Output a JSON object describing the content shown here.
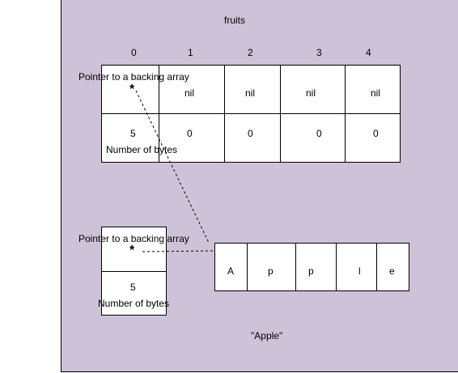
{
  "fruits_label": "fruits",
  "indices": [
    "0",
    "1",
    "2",
    "3",
    "4"
  ],
  "slice": {
    "pointer_label": "Pointer to a backing array",
    "pointer_symbol": "*",
    "top_values": [
      "nil",
      "nil",
      "nil",
      "nil"
    ],
    "length_value": "5",
    "length_label": "Number of bytes",
    "bottom_values": [
      "0",
      "0",
      "0",
      "0"
    ]
  },
  "string_header": {
    "pointer_label": "Pointer to a backing array",
    "pointer_symbol": "*",
    "length_value": "5",
    "length_label": "Number of bytes"
  },
  "backing_array": [
    "A",
    "p",
    "p",
    "l",
    "e"
  ],
  "backing_array_label": "\"Apple\""
}
